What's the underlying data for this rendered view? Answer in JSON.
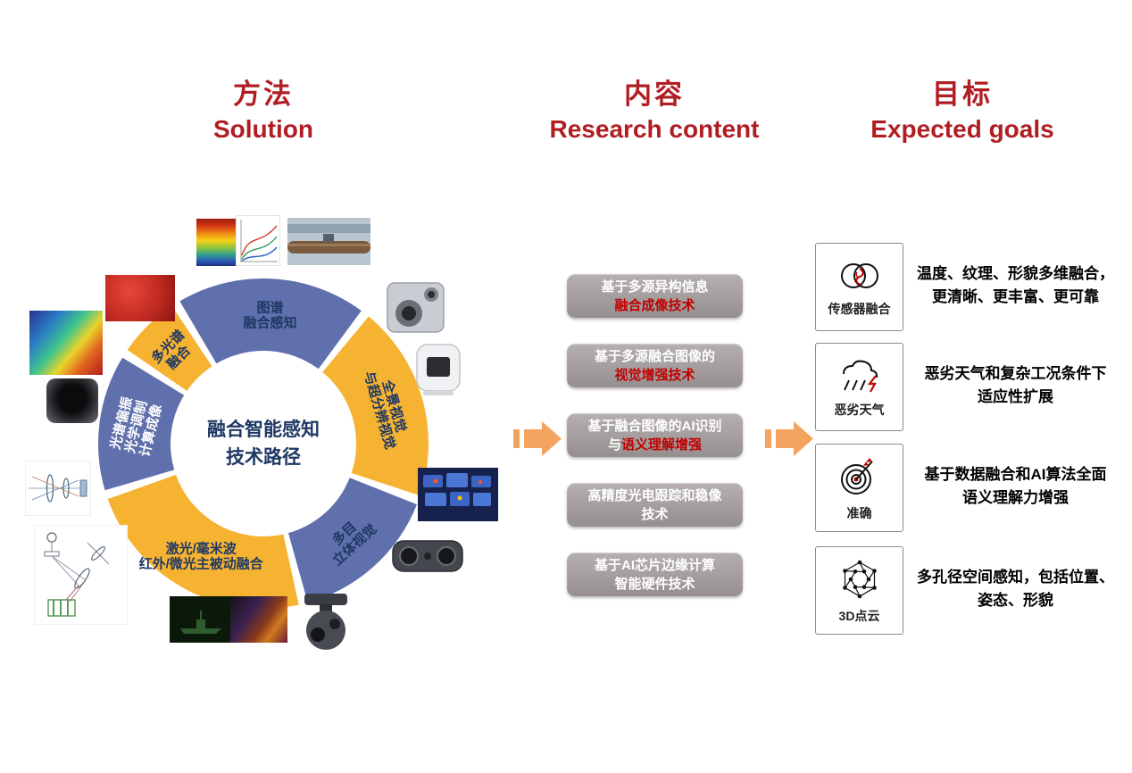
{
  "colors": {
    "header_red": "#b01e23",
    "accent_red": "#c00000",
    "donut_blue": "#6070ac",
    "donut_yellow": "#f6b332",
    "navy_text": "#1f3864",
    "arrow_orange": "#f2a45f",
    "box_gray": "#a39d9d"
  },
  "headers": {
    "solution_zh": "方法",
    "solution_en": "Solution",
    "content_zh": "内容",
    "content_en": "Research content",
    "goals_zh": "目标",
    "goals_en": "Expected goals"
  },
  "donut": {
    "center_line1": "融合智能感知",
    "center_line2": "技术路径",
    "segments": [
      {
        "lines": [
          "图谱",
          "融合感知"
        ],
        "color": "blue",
        "text": "navy"
      },
      {
        "lines": [
          "全景视觉",
          "与超分辨视觉"
        ],
        "color": "yellow",
        "text": "navy"
      },
      {
        "lines": [
          "多目",
          "立体视觉"
        ],
        "color": "blue",
        "text": "navy"
      },
      {
        "lines": [
          "激光/毫米波",
          "红外/微光主被动融合"
        ],
        "color": "yellow",
        "text": "navy"
      },
      {
        "lines": [
          "光谱偏振",
          "光学调制",
          "计算成像"
        ],
        "color": "blue",
        "text": "white"
      },
      {
        "lines": [
          "多光谱",
          "融合"
        ],
        "color": "yellow",
        "text": "navy"
      }
    ]
  },
  "research": {
    "boxes": [
      {
        "line1": "基于多源异构信息",
        "line2_white": "",
        "line2_red": "融合成像技术"
      },
      {
        "line1": "基于多源融合图像的",
        "line2_white": "",
        "line2_red": "视觉增强技术"
      },
      {
        "line1": "基于融合图像的AI识别",
        "line2_white": "与",
        "line2_red": "语义理解增强"
      },
      {
        "line1": "高精度光电跟踪和稳像",
        "line2_white": "技术",
        "line2_red": ""
      },
      {
        "line1": "基于AI芯片边缘计算",
        "line2_white": "智能硬件技术",
        "line2_red": ""
      }
    ]
  },
  "goals": [
    {
      "icon": "sensor-fusion-icon",
      "label": "传感器融合",
      "desc1": "温度、纹理、形貌多维融合，",
      "desc2": "更清晰、更丰富、更可靠"
    },
    {
      "icon": "bad-weather-icon",
      "label": "恶劣天气",
      "desc1": "恶劣天气和复杂工况条件下",
      "desc2": "适应性扩展"
    },
    {
      "icon": "accuracy-target-icon",
      "label": "准确",
      "desc1": "基于数据融合和AI算法全面",
      "desc2": "语义理解力增强"
    },
    {
      "icon": "point-cloud-icon",
      "label": "3D点云",
      "desc1": "多孔径空间感知，包括位置、",
      "desc2": "姿态、形貌"
    }
  ],
  "solution_thumbnails": [
    "spectral-cube",
    "spectral-curves-chart",
    "pipeline-scene",
    "strawberries",
    "multi-lens-cube-camera",
    "thermal-map",
    "ptz-camera",
    "camera-lens",
    "thermal-detection-scene",
    "optical-lens-diagram",
    "stereo-camera",
    "spectrometer-diagram",
    "night-vision-scene",
    "thermal-color-scene",
    "eo-gimbal-camera"
  ]
}
